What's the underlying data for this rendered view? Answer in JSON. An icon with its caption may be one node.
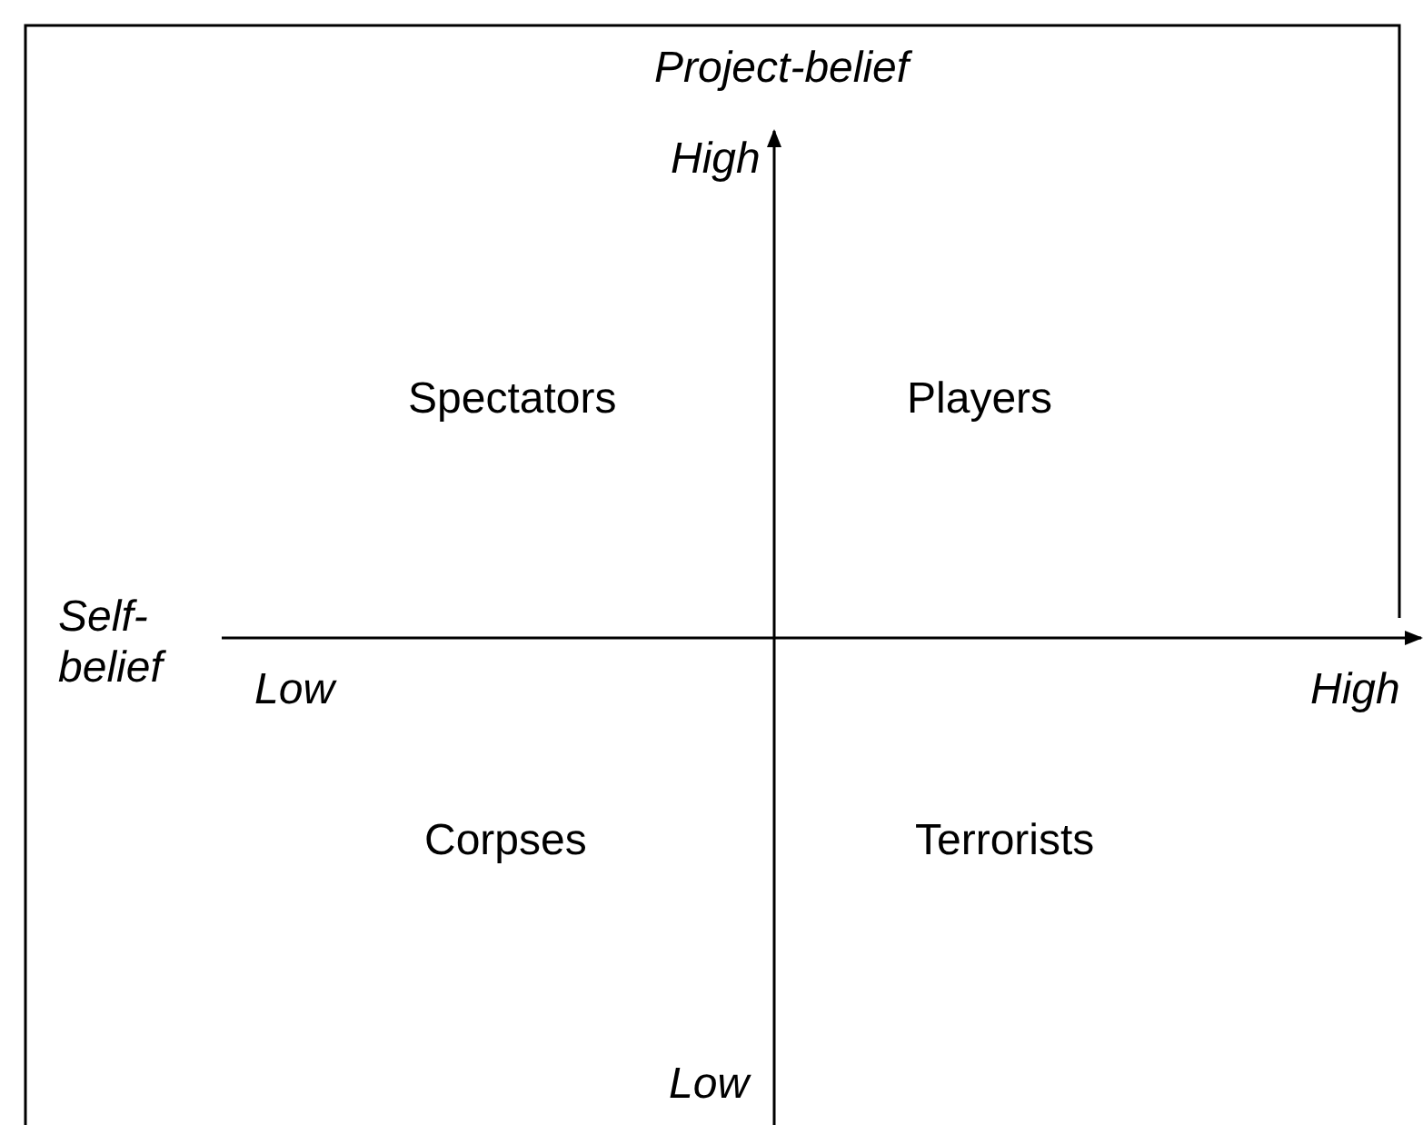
{
  "diagram": {
    "labels": [
      "Project-belief",
      "High",
      "Spectators",
      "Players",
      "Self-belief",
      "Low",
      "High",
      "Corpses",
      "Terrorists",
      "Low"
    ]
  }
}
